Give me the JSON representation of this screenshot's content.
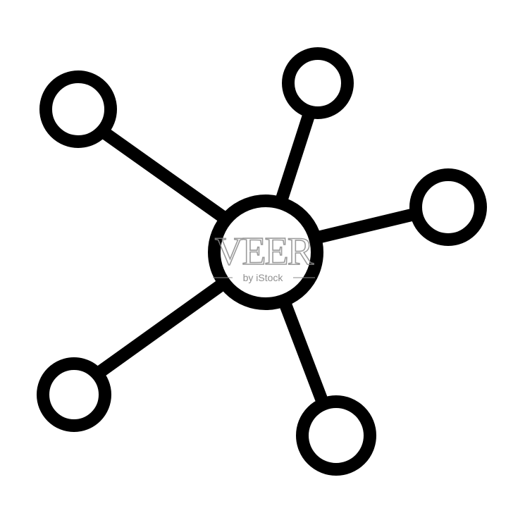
{
  "icon": {
    "name": "network-hub-icon",
    "stroke_color": "#000000",
    "background_color": "#ffffff",
    "satellite_count": 5
  },
  "watermark": {
    "main_text": "VEER",
    "sub_text": "by iStock",
    "color": "#8a8a8a"
  }
}
